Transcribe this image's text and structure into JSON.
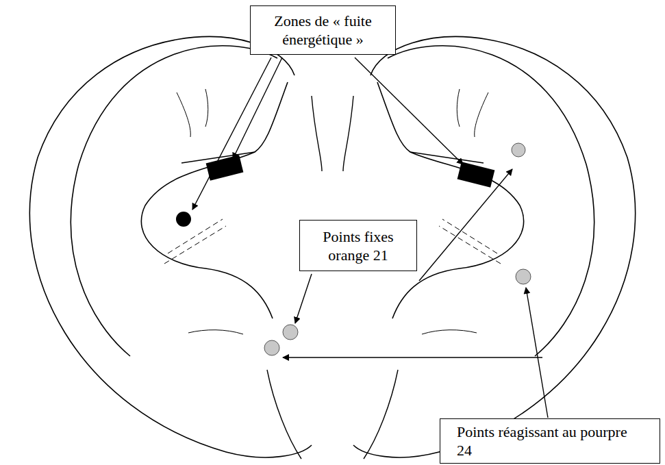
{
  "diagram": {
    "nodes": [
      {
        "text": [
          "Zones de « fuite énergétique »"
        ]
      },
      {
        "text": [
          "Points fixes orange 21"
        ]
      },
      {
        "text": [
          "Points réagissant au pourpre 24"
        ]
      }
    ]
  }
}
